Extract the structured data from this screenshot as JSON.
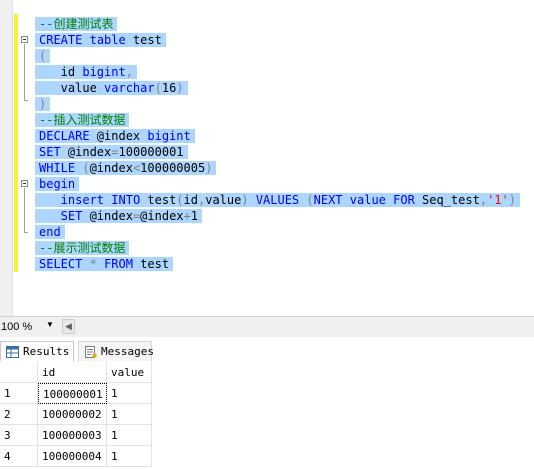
{
  "editor": {
    "lines": [
      {
        "segs": [
          {
            "t": "--创建测试表",
            "c": "cm"
          }
        ]
      },
      {
        "segs": [
          {
            "t": "CREATE",
            "c": "kw"
          },
          {
            "t": " ",
            "c": "tx"
          },
          {
            "t": "table",
            "c": "kw"
          },
          {
            "t": " test",
            "c": "tx"
          }
        ]
      },
      {
        "segs": [
          {
            "t": "(",
            "c": "gr"
          }
        ]
      },
      {
        "segs": [
          {
            "t": "   id ",
            "c": "tx"
          },
          {
            "t": "bigint",
            "c": "kw"
          },
          {
            "t": ",",
            "c": "gr"
          }
        ]
      },
      {
        "segs": [
          {
            "t": "   value ",
            "c": "tx"
          },
          {
            "t": "varchar",
            "c": "kw"
          },
          {
            "t": "(",
            "c": "gr"
          },
          {
            "t": "16",
            "c": "tx"
          },
          {
            "t": ")",
            "c": "gr"
          }
        ]
      },
      {
        "segs": [
          {
            "t": ")",
            "c": "gr"
          }
        ]
      },
      {
        "segs": [
          {
            "t": "--插入测试数据",
            "c": "cm"
          }
        ]
      },
      {
        "segs": [
          {
            "t": "DECLARE",
            "c": "kw"
          },
          {
            "t": " @index ",
            "c": "tx"
          },
          {
            "t": "bigint",
            "c": "kw"
          }
        ]
      },
      {
        "segs": [
          {
            "t": "SET",
            "c": "kw"
          },
          {
            "t": " @index",
            "c": "tx"
          },
          {
            "t": "=",
            "c": "gr"
          },
          {
            "t": "100000001",
            "c": "tx"
          }
        ]
      },
      {
        "segs": [
          {
            "t": "WHILE",
            "c": "kw"
          },
          {
            "t": " (",
            "c": "gr"
          },
          {
            "t": "@index",
            "c": "tx"
          },
          {
            "t": "<",
            "c": "gr"
          },
          {
            "t": "100000005",
            "c": "tx"
          },
          {
            "t": ")",
            "c": "gr"
          }
        ]
      },
      {
        "segs": [
          {
            "t": "begin",
            "c": "kw"
          }
        ]
      },
      {
        "segs": [
          {
            "t": "   insert",
            "c": "kw"
          },
          {
            "t": " ",
            "c": "tx"
          },
          {
            "t": "INTO",
            "c": "kw"
          },
          {
            "t": " test",
            "c": "tx"
          },
          {
            "t": "(",
            "c": "gr"
          },
          {
            "t": "id",
            "c": "tx"
          },
          {
            "t": ",",
            "c": "gr"
          },
          {
            "t": "value",
            "c": "tx"
          },
          {
            "t": ")",
            "c": "gr"
          },
          {
            "t": " ",
            "c": "tx"
          },
          {
            "t": "VALUES",
            "c": "kw"
          },
          {
            "t": " (",
            "c": "gr"
          },
          {
            "t": "NEXT",
            "c": "kw"
          },
          {
            "t": " ",
            "c": "tx"
          },
          {
            "t": "value",
            "c": "kw"
          },
          {
            "t": " ",
            "c": "tx"
          },
          {
            "t": "FOR",
            "c": "kw"
          },
          {
            "t": " Seq_test",
            "c": "tx"
          },
          {
            "t": ",",
            "c": "gr"
          },
          {
            "t": "'1'",
            "c": "st"
          },
          {
            "t": ")",
            "c": "gr"
          }
        ]
      },
      {
        "segs": [
          {
            "t": "   SET",
            "c": "kw"
          },
          {
            "t": " @index",
            "c": "tx"
          },
          {
            "t": "=",
            "c": "gr"
          },
          {
            "t": "@index",
            "c": "tx"
          },
          {
            "t": "+",
            "c": "gr"
          },
          {
            "t": "1",
            "c": "tx"
          }
        ]
      },
      {
        "segs": [
          {
            "t": "end",
            "c": "kw"
          }
        ]
      },
      {
        "segs": [
          {
            "t": "--展示测试数据",
            "c": "cm"
          }
        ]
      },
      {
        "segs": [
          {
            "t": "SELECT",
            "c": "kw"
          },
          {
            "t": " ",
            "c": "tx"
          },
          {
            "t": "*",
            "c": "gr"
          },
          {
            "t": " ",
            "c": "tx"
          },
          {
            "t": "FROM",
            "c": "kw"
          },
          {
            "t": " test",
            "c": "tx"
          }
        ]
      }
    ],
    "colors": {
      "selection": "#add6ff",
      "keyword": "#0000ff",
      "comment": "#008000",
      "operator": "#808080",
      "string": "#ff0000",
      "gutter_marker": "#ffee33"
    }
  },
  "zoom": {
    "value": "100 %"
  },
  "tabs": {
    "results": "Results",
    "messages": "Messages"
  },
  "grid": {
    "columns": [
      "id",
      "value"
    ],
    "rows": [
      {
        "n": "1",
        "id": "100000001",
        "value": "1"
      },
      {
        "n": "2",
        "id": "100000002",
        "value": "1"
      },
      {
        "n": "3",
        "id": "100000003",
        "value": "1"
      },
      {
        "n": "4",
        "id": "100000004",
        "value": "1"
      }
    ]
  }
}
